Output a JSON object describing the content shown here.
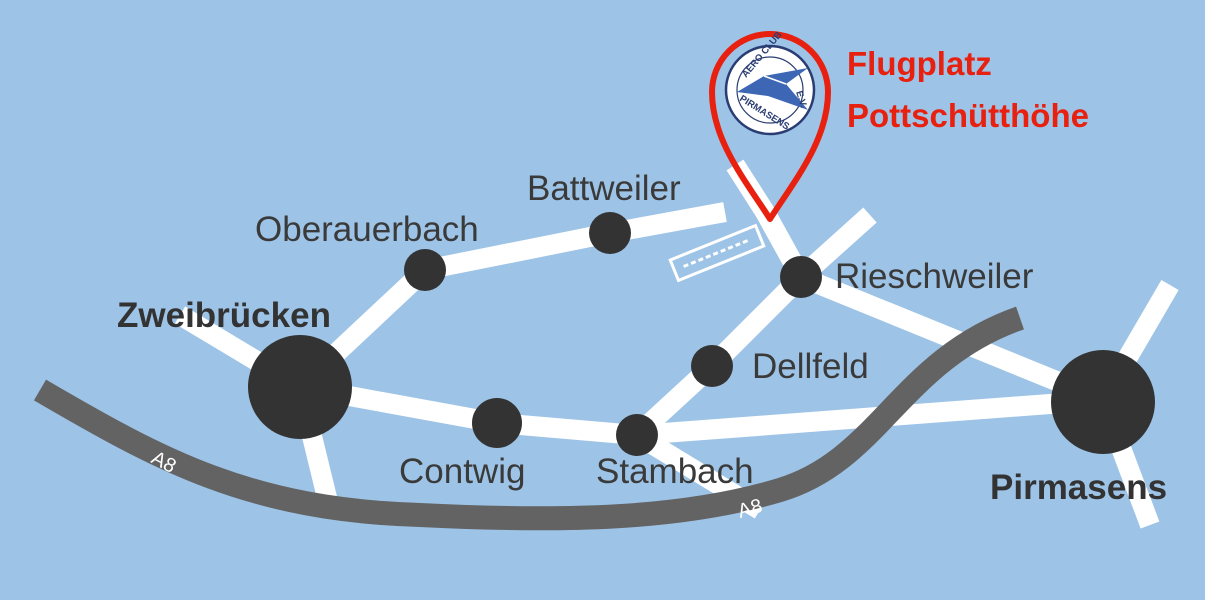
{
  "map": {
    "colors": {
      "background": "#9dc3e6",
      "road": "#ffffff",
      "highway": "#636363",
      "town": "#333333",
      "marker": "#e8200f",
      "logo": "#3d67b5"
    },
    "destination": {
      "line1": "Flugplatz",
      "line2": "Pottschütthöhe",
      "icon": "map-pin-icon",
      "logo_text_top": "AERO CLUB",
      "logo_text_bottom": "PIRMASENS",
      "logo_text_side": "E.V."
    },
    "cities": [
      {
        "label": "Zweibrücken"
      },
      {
        "label": "Pirmasens"
      }
    ],
    "towns": [
      {
        "label": "Battweiler"
      },
      {
        "label": "Oberauerbach"
      },
      {
        "label": "Rieschweiler"
      },
      {
        "label": "Dellfeld"
      },
      {
        "label": "Contwig"
      },
      {
        "label": "Stambach"
      }
    ],
    "highway": {
      "name_left": "A8",
      "name_right": "A8"
    },
    "airfield": {
      "icon": "runway-icon"
    }
  }
}
